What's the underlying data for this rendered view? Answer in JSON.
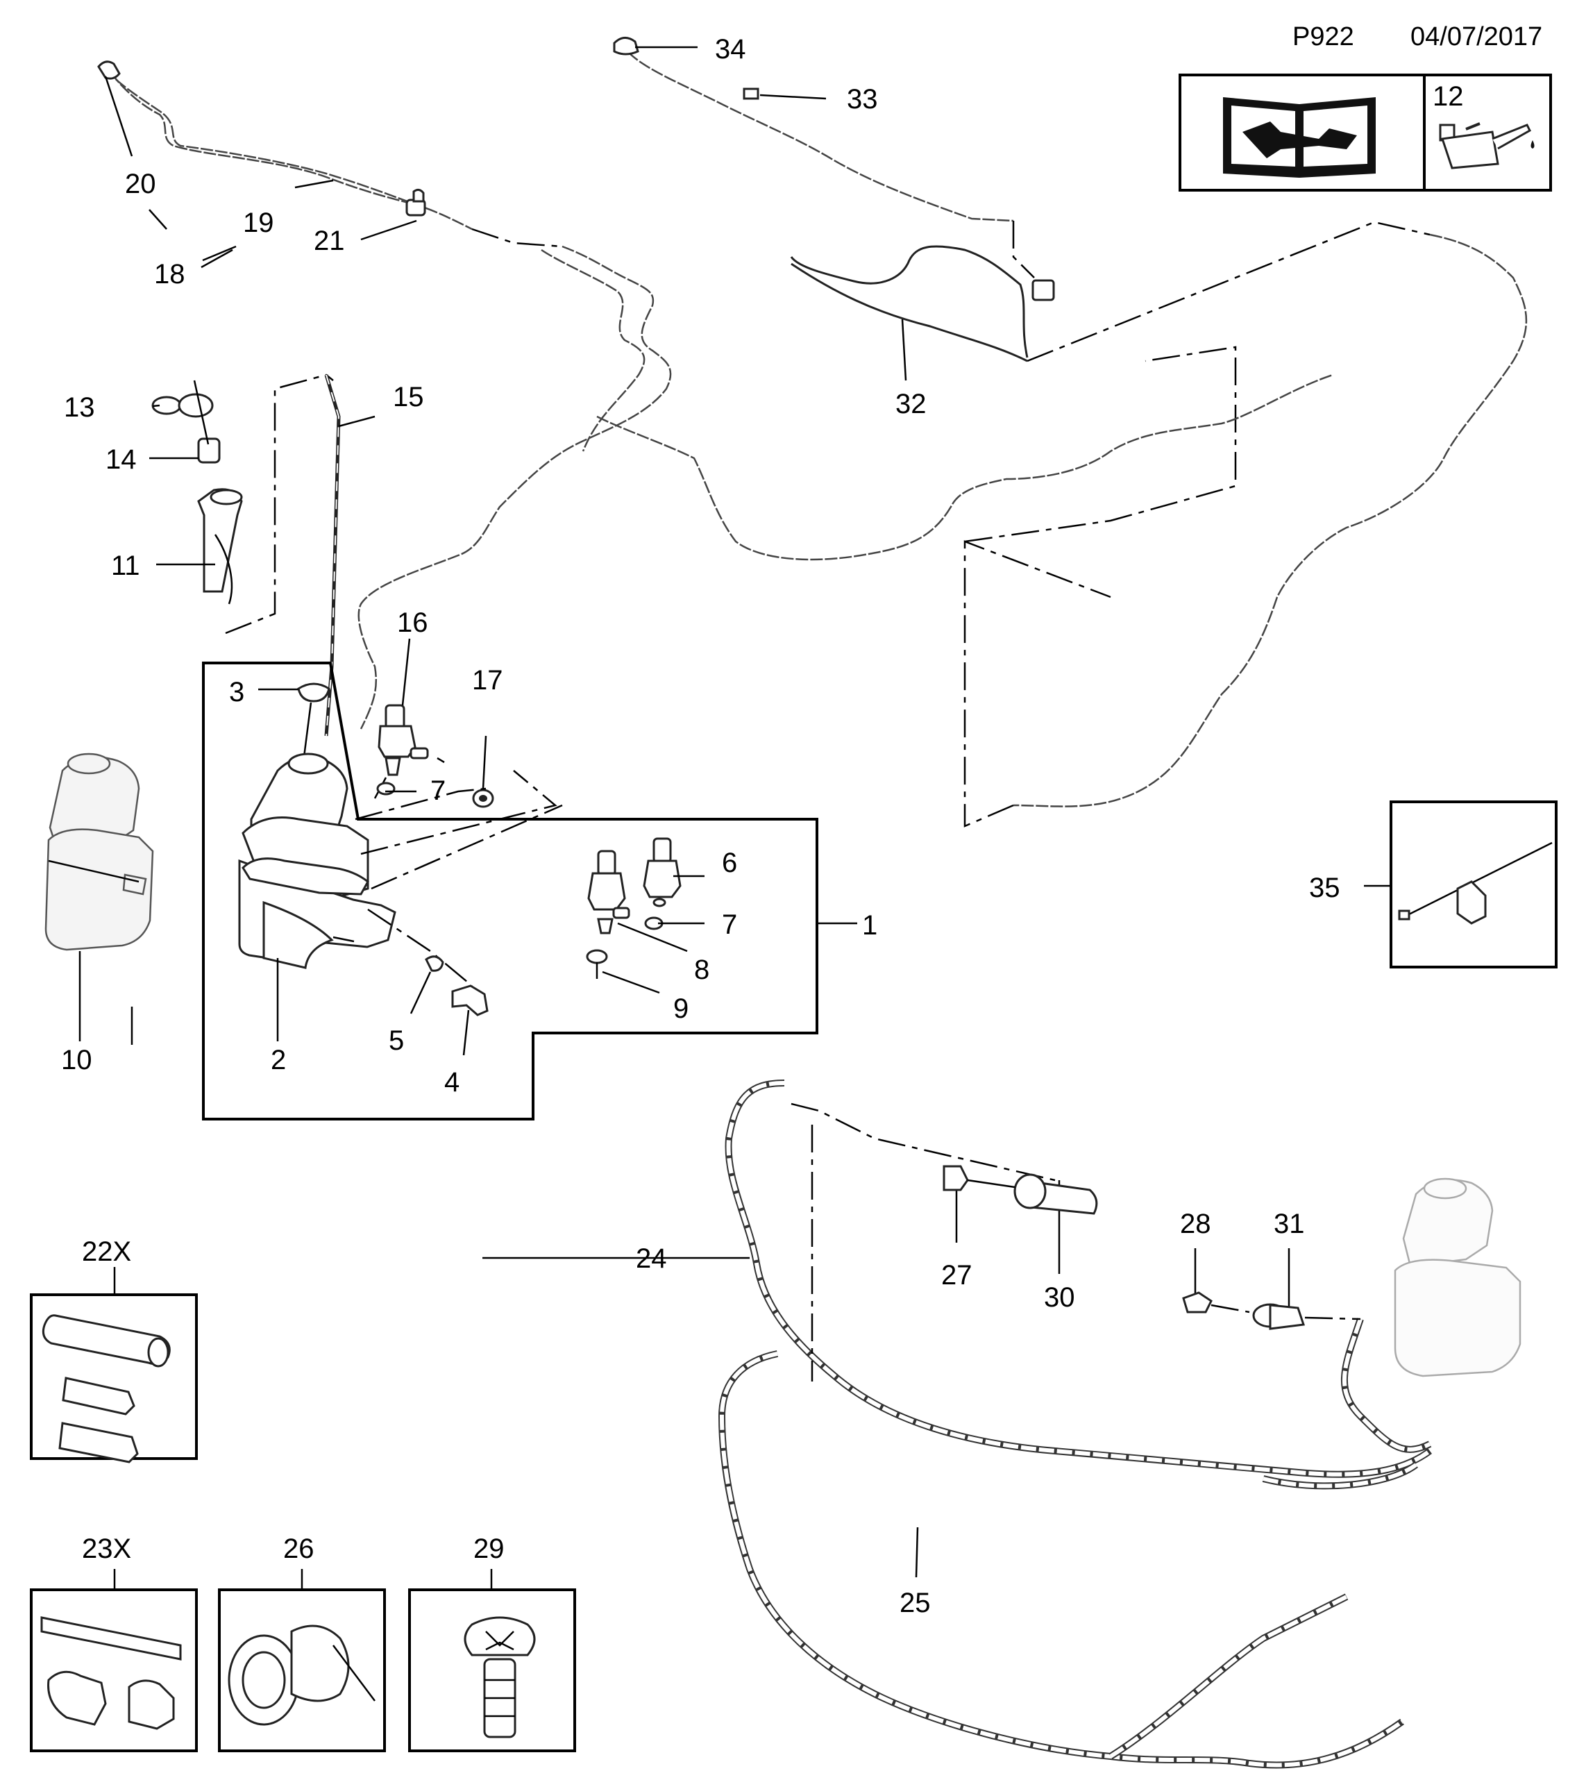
{
  "header": {
    "code": "P922",
    "date": "04/07/2017"
  },
  "info_box": {
    "icon_1": "manual-wrench-icon",
    "number": "12",
    "icon_2": "oil-can-icon"
  },
  "callouts": {
    "c1": "1",
    "c2": "2",
    "c3": "3",
    "c4": "4",
    "c5": "5",
    "c6": "6",
    "c7a": "7",
    "c7b": "7",
    "c8": "8",
    "c9": "9",
    "c10": "10",
    "c11": "11",
    "c13": "13",
    "c14": "14",
    "c15": "15",
    "c16": "16",
    "c17": "17",
    "c18": "18",
    "c19": "19",
    "c20": "20",
    "c21": "21",
    "c22": "22X",
    "c23": "23X",
    "c24": "24",
    "c25": "25",
    "c26": "26",
    "c27": "27",
    "c28": "28",
    "c29": "29",
    "c30": "30",
    "c31": "31",
    "c32": "32",
    "c33": "33",
    "c34": "34",
    "c35": "35"
  }
}
